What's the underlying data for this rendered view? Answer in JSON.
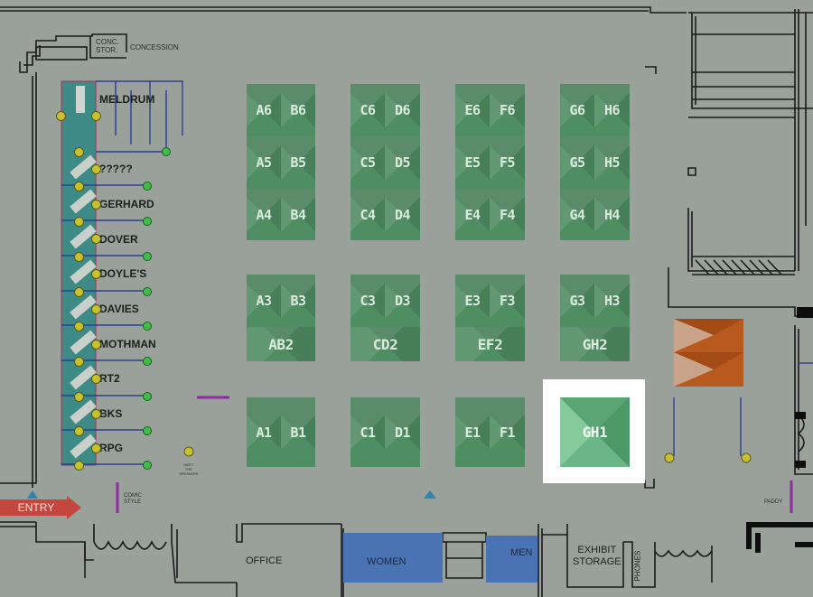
{
  "map": {
    "rooms": {
      "conc_stor": "CONC.\nSTOR.",
      "concession": "CONCESSION",
      "office": "OFFICE",
      "women": "WOMEN",
      "men": "MEN",
      "exhibit_storage": "EXHIBIT\nSTORAGE",
      "phones": "PHONES",
      "entry": "ENTRY",
      "comic_style": "COMIC\nSTYLE",
      "paddy": "PADDY",
      "meet_speakers": "MEET\nTHE\nSPEAKERS"
    },
    "side_row": {
      "header": "MELDRUM",
      "tables": [
        "?????",
        "GERHARD",
        "DOVER",
        "DOYLE'S",
        "DAVIES",
        "MOTHMAN",
        "RT2",
        "BKS",
        "RPG"
      ]
    },
    "booths": {
      "A6": "A6",
      "B6": "B6",
      "C6": "C6",
      "D6": "D6",
      "E6": "E6",
      "F6": "F6",
      "G6": "G6",
      "H6": "H6",
      "A5": "A5",
      "B5": "B5",
      "C5": "C5",
      "D5": "D5",
      "E5": "E5",
      "F5": "F5",
      "G5": "G5",
      "H5": "H5",
      "A4": "A4",
      "B4": "B4",
      "C4": "C4",
      "D4": "D4",
      "E4": "E4",
      "F4": "F4",
      "G4": "G4",
      "H4": "H4",
      "A3": "A3",
      "B3": "B3",
      "C3": "C3",
      "D3": "D3",
      "E3": "E3",
      "F3": "F3",
      "G3": "G3",
      "H3": "H3",
      "AB2": "AB2",
      "CD2": "CD2",
      "EF2": "EF2",
      "GH2": "GH2",
      "A1": "A1",
      "B1": "B1",
      "C1": "C1",
      "D1": "D1",
      "E1": "E1",
      "F1": "F1",
      "GH1": "GH1"
    },
    "selected_booth": "GH1",
    "colors": {
      "floor": "#9aa19b",
      "booth": "#4f8d63",
      "selected_booth": "#5fae7c",
      "restroom": "#4a73b3",
      "entry_arrow": "#c4463f",
      "stage_orange": "#b8591e",
      "side_tables": "#3d8a86"
    }
  }
}
